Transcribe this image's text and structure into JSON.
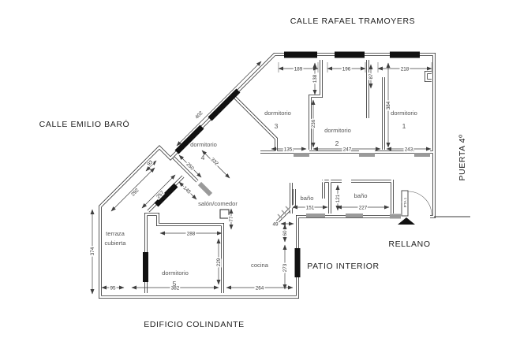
{
  "streets": {
    "top": "CALLE RAFAEL TRAMOYERS",
    "left": "CALLE EMILIO BARÓ",
    "right": "PUERTA 4º",
    "bottom": "EDIFICIO COLINDANTE"
  },
  "areas": {
    "rellano": "RELLANO",
    "patio": "PATIO INTERIOR",
    "terraza_line1": "terraza",
    "terraza_line2": "cubierta"
  },
  "rooms": {
    "bedroom_word": "dormitorio",
    "bedroom1_num": "1",
    "bedroom2_num": "2",
    "bedroom3_num": "3",
    "bedroom4_num": "4",
    "bedroom5_num": "5",
    "living": "salón/comedor",
    "kitchen": "cocina",
    "bath": "baño"
  },
  "door_label": "PTA 1",
  "dims": {
    "top_d3": "189",
    "top_d2": "196",
    "niche": "87",
    "top_d1": "218",
    "v_d3": "138",
    "v_d2": "236",
    "v_d1": "384",
    "bottom_d3": "135",
    "bottom_d2": "247",
    "bottom_d1": "243",
    "facade_d4": "402",
    "d4_to_salon": "332",
    "d4_sw": "250",
    "d4_door": "145",
    "terraza_diag": "257",
    "facade_lower": "292",
    "facade_step": "93",
    "left_height": "374",
    "bottom_terraza": "95",
    "bottom_d5": "382",
    "bottom_cocina": "264",
    "d5_width": "288",
    "d5_height": "229",
    "salon_gap": "77",
    "patio_height": "273",
    "patio_top": "60",
    "patio_corner": "49",
    "bath1_width": "151",
    "bath2_width": "227",
    "bath_height": "121"
  }
}
